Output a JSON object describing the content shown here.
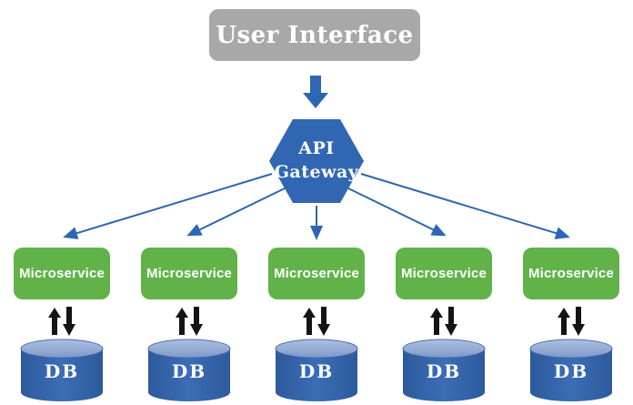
{
  "diagram": {
    "title": "User Interface",
    "gateway_label": "API Gateway",
    "services": [
      {
        "label": "Microservice",
        "db_label": "DB"
      },
      {
        "label": "Microservice",
        "db_label": "DB"
      },
      {
        "label": "Microservice",
        "db_label": "DB"
      },
      {
        "label": "Microservice",
        "db_label": "DB"
      },
      {
        "label": "Microservice",
        "db_label": "DB"
      }
    ]
  },
  "icons": {
    "down_block_arrow": "⬇ thick blue block arrow from UI to gateway",
    "flow_arrow": "→ thin blue arrow with triangle head, gateway to each microservice",
    "up_down_arrows": "⇅ black paired arrows between microservice and DB",
    "database_cylinder": "blue cylinder shape"
  },
  "colors": {
    "gray": "#a8a8a8",
    "blue": "#2d66b2",
    "hex": "#3167b2",
    "green": "#61b249",
    "ink": "#141414",
    "dbBody": "#3465ab",
    "dbTop": "#92aad5",
    "textWhite": "#ffffff"
  }
}
